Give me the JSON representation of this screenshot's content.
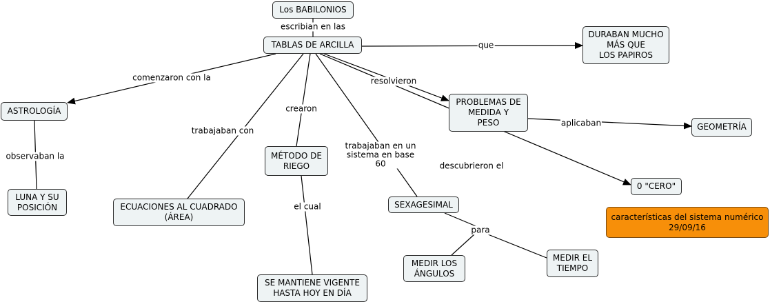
{
  "nodes": {
    "babilonios": "Los BABILONIOS",
    "tablas": "TABLAS DE ARCILLA",
    "duraban": "DURABAN MUCHO\nMÁS QUE\nLOS PAPIROS",
    "astrologia": "ASTROLOGÍA",
    "problemas": "PROBLEMAS DE\nMEDIDA Y\nPESO",
    "geometria": "GEOMETRÍA",
    "luna": "LUNA Y SU\nPOSICIÓN",
    "ecuaciones": "ECUACIONES AL CUADRADO\n(ÁREA)",
    "metodo": "MÉTODO DE\nRIEGO",
    "sexagesimal": "SEXAGESIMAL",
    "cero": "0 \"CERO\"",
    "caracteristicas": "características del sistema numérico\n29/09/16",
    "angulos": "MEDIR LOS\nÁNGULOS",
    "tiempo": "MEDIR EL\nTIEMPO",
    "vigente": "SE MANTIENE VIGENTE\nHASTA HOY EN DÍA"
  },
  "links": {
    "escribian": "escribian en las",
    "que": "que",
    "comenzaron": "comenzaron con la",
    "resolvieron": "resolvieron",
    "crearon": "crearon",
    "trabajaban_con": "trabajaban con",
    "observaban": "observaban la",
    "aplicaban": "aplicaban",
    "trabajaban_sistema": "trabajaban en un\nsistema en base\n60",
    "descubrieron": "descubrieron el",
    "el_cual": "el cual",
    "para": "para"
  },
  "colors": {
    "node_fill": "#eef3f4",
    "highlight_fill": "#f78f09",
    "line": "#000000"
  }
}
